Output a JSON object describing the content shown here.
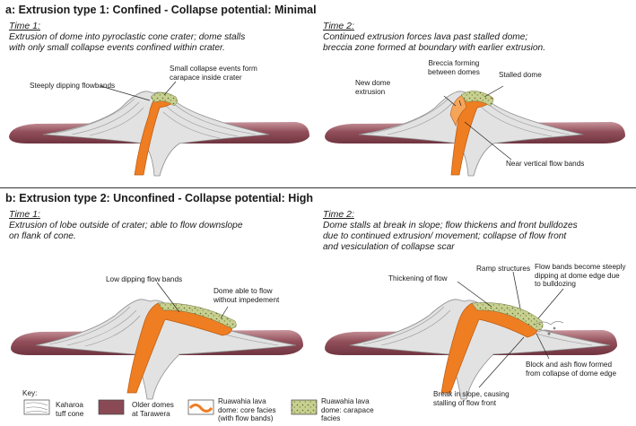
{
  "section_a": {
    "title": "a: Extrusion type 1: Confined - Collapse potential: Minimal",
    "time1": {
      "heading": "Time 1:",
      "line1": "Extrusion of dome into pyroclastic cone crater; dome stalls",
      "line2": "with only small collapse events confined within crater.",
      "labels": {
        "flowbands": "Steeply dipping flowbands",
        "collapse1": "Small collapse events form",
        "collapse2": "carapace inside crater"
      }
    },
    "time2": {
      "heading": "Time 2:",
      "line1": "Continued extrusion forces lava past stalled dome;",
      "line2": "breccia zone formed at boundary with earlier extrusion.",
      "labels": {
        "breccia1": "Breccia forming",
        "breccia2": "between domes",
        "stalled": "Stalled dome",
        "newdome1": "New dome",
        "newdome2": "extrusion",
        "vertical": "Near vertical flow bands"
      }
    }
  },
  "section_b": {
    "title": "b: Extrusion type 2: Unconfined - Collapse potential: High",
    "time1": {
      "heading": "Time 1:",
      "line1": "Extrusion of lobe outside of crater; able to flow downslope",
      "line2": "on flank of cone.",
      "labels": {
        "lowdip": "Low dipping flow bands",
        "able1": "Dome able to flow",
        "able2": "without impedement"
      }
    },
    "time2": {
      "heading": "Time 2:",
      "line1": "Dome stalls at break in slope; flow thickens and front bulldozes",
      "line2": "due to continued extrusion/ movement; collapse of flow front",
      "line3": "and vesiculation of collapse scar",
      "labels": {
        "ramp": "Ramp structures",
        "thickening": "Thickening of flow",
        "steep1": "Flow bands become steeply",
        "steep2": "dipping at dome edge due",
        "steep3": "to bulldozing",
        "block1": "Block and ash flow formed",
        "block2": "from collapse of dome edge",
        "break1": "Break in slope, causing",
        "break2": "stalling of flow front"
      }
    }
  },
  "key": {
    "title": "Key:",
    "items": [
      {
        "line1": "Kaharoa",
        "line2": "tuff cone",
        "line3": ""
      },
      {
        "line1": "Older domes",
        "line2": "at Tarawera",
        "line3": ""
      },
      {
        "line1": "Ruawahia lava",
        "line2": "dome: core facies",
        "line3": "(with flow bands)"
      },
      {
        "line1": "Ruawahia lava",
        "line2": "dome: carapace",
        "line3": "facies"
      }
    ]
  },
  "colors": {
    "tuff": "#dcdcdc",
    "older_dome": "#8a4a55",
    "lava_core": "#ef7d22",
    "carapace": "#9aa86a"
  }
}
